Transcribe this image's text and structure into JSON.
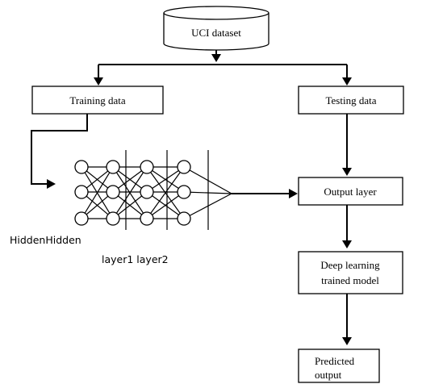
{
  "diagram": {
    "dataset_label": "UCI dataset",
    "training_label": "Training data",
    "testing_label": "Testing data",
    "output_layer_label": "Output layer",
    "model_label_line1": "Deep learning",
    "model_label_line2": "trained model",
    "predicted_label_line1": "Predicted",
    "predicted_label_line2": "output",
    "hidden_label_line1": "HiddenHidden",
    "hidden_label_line2": "layer1 layer2"
  }
}
